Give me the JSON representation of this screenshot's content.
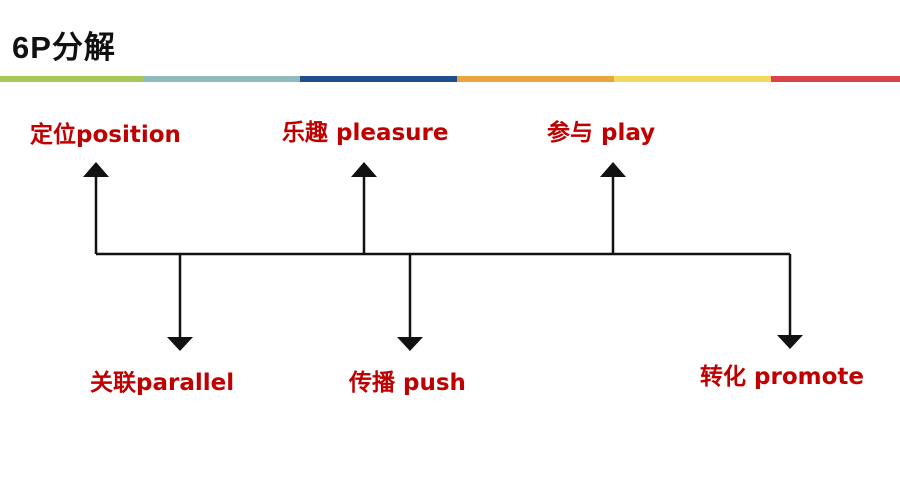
{
  "title": "6P分解",
  "band_colors": [
    "#a5c85a",
    "#8fbcbb",
    "#1f4e8c",
    "#e8a63d",
    "#f3da5f",
    "#d9434a"
  ],
  "line_color": "#111111",
  "label_color": "#c00000",
  "nodes": {
    "position": "定位position",
    "pleasure": "乐趣 pleasure",
    "play": "参与 play",
    "parallel": "关联parallel",
    "push": "传播 push",
    "promote": "转化 promote"
  }
}
